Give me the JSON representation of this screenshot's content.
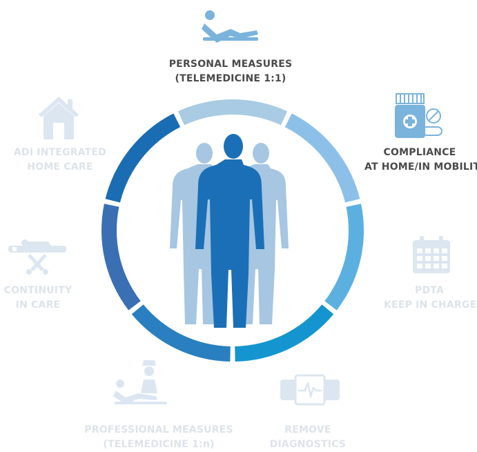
{
  "segments": [
    {
      "id": "personal-measures",
      "label_lines": [
        "PERSONAL MEASURES",
        "(TELEMEDICINE 1:1)"
      ],
      "active": true
    },
    {
      "id": "compliance",
      "label_lines": [
        "COMPLIANCE",
        "AT HOME/IN MOBILITY"
      ],
      "active": true
    },
    {
      "id": "pdta",
      "label_lines": [
        "PDTA",
        "KEEP IN CHARGE"
      ],
      "active": false
    },
    {
      "id": "remove-diagnostics",
      "label_lines": [
        "REMOVE",
        "DIAGNOSTICS"
      ],
      "active": false
    },
    {
      "id": "professional-measures",
      "label_lines": [
        "PROFESSIONAL MEASURES",
        "(TELEMEDICINE 1:n)"
      ],
      "active": false
    },
    {
      "id": "continuity",
      "label_lines": [
        "CONTINUITY",
        "IN CARE"
      ],
      "active": false
    },
    {
      "id": "adi",
      "label_lines": [
        "ADI INTEGRATED",
        "HOME CARE"
      ],
      "active": false
    }
  ],
  "ring_colors": [
    "#a9cbe4",
    "#8cc0e8",
    "#5bb0e0",
    "#1595cf",
    "#2a7fc0",
    "#3a6fb3",
    "#1a6cb3"
  ],
  "colors": {
    "active_text": "#4a4a4c",
    "inactive_text": "#dde3ea",
    "active_icon": "#7ab3dc",
    "inactive_icon": "#dce6f1",
    "figure_center": "#1b6fb6",
    "figure_side": "#a6c6e1"
  },
  "icons": {
    "personal-measures": "reclining-patient-icon",
    "compliance": "medicine-bottle-icon",
    "pdta": "calendar-icon",
    "remove-diagnostics": "monitor-device-icon",
    "professional-measures": "nurse-patient-icon",
    "continuity": "stretcher-icon",
    "adi": "house-icon"
  }
}
